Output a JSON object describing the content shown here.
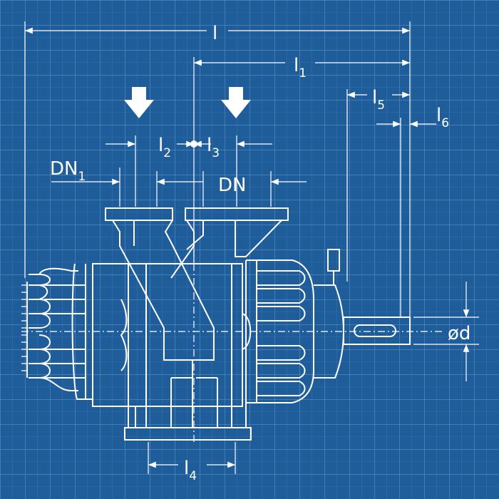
{
  "diagram": {
    "colors": {
      "background": "#1f5d9a",
      "grid_minor": "#3d78b1",
      "grid_major": "#5a8fc4",
      "line": "#ffffff"
    },
    "labels": {
      "l": {
        "base": "l",
        "sub": ""
      },
      "l1": {
        "base": "l",
        "sub": "1"
      },
      "l2": {
        "base": "l",
        "sub": "2"
      },
      "l3": {
        "base": "l",
        "sub": "3"
      },
      "l4": {
        "base": "l",
        "sub": "4"
      },
      "l5": {
        "base": "l",
        "sub": "5"
      },
      "l6": {
        "base": "l",
        "sub": "6"
      },
      "dn1": {
        "base": "DN",
        "sub": "1"
      },
      "dn": {
        "base": "DN",
        "sub": ""
      },
      "d": {
        "base": "ød",
        "sub": ""
      }
    },
    "icons": [
      "flow-arrow-icon",
      "flow-arrow-icon"
    ]
  }
}
